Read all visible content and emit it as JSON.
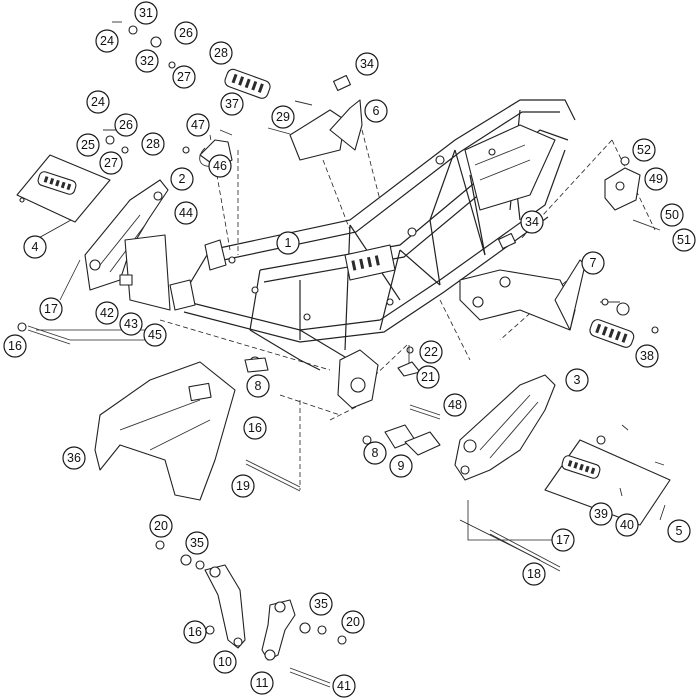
{
  "diagram": {
    "callouts": [
      {
        "id": "c31",
        "label": "31"
      },
      {
        "id": "c24a",
        "label": "24"
      },
      {
        "id": "c26a",
        "label": "26"
      },
      {
        "id": "c32",
        "label": "32"
      },
      {
        "id": "c28a",
        "label": "28"
      },
      {
        "id": "c27a",
        "label": "27"
      },
      {
        "id": "c34a",
        "label": "34"
      },
      {
        "id": "c37",
        "label": "37"
      },
      {
        "id": "c29",
        "label": "29"
      },
      {
        "id": "c6",
        "label": "6"
      },
      {
        "id": "c24b",
        "label": "24"
      },
      {
        "id": "c26b",
        "label": "26"
      },
      {
        "id": "c25",
        "label": "25"
      },
      {
        "id": "c28b",
        "label": "28"
      },
      {
        "id": "c27b",
        "label": "27"
      },
      {
        "id": "c47",
        "label": "47"
      },
      {
        "id": "c46",
        "label": "46"
      },
      {
        "id": "c2",
        "label": "2"
      },
      {
        "id": "c44",
        "label": "44"
      },
      {
        "id": "c4",
        "label": "4"
      },
      {
        "id": "c1",
        "label": "1"
      },
      {
        "id": "c34b",
        "label": "34"
      },
      {
        "id": "c52",
        "label": "52"
      },
      {
        "id": "c49",
        "label": "49"
      },
      {
        "id": "c50",
        "label": "50"
      },
      {
        "id": "c51",
        "label": "51"
      },
      {
        "id": "c7",
        "label": "7"
      },
      {
        "id": "c17a",
        "label": "17"
      },
      {
        "id": "c42",
        "label": "42"
      },
      {
        "id": "c43",
        "label": "43"
      },
      {
        "id": "c45",
        "label": "45"
      },
      {
        "id": "c16a",
        "label": "16"
      },
      {
        "id": "c38",
        "label": "38"
      },
      {
        "id": "c22",
        "label": "22"
      },
      {
        "id": "c21",
        "label": "21"
      },
      {
        "id": "c8a",
        "label": "8"
      },
      {
        "id": "c3",
        "label": "3"
      },
      {
        "id": "c48",
        "label": "48"
      },
      {
        "id": "c16b",
        "label": "16"
      },
      {
        "id": "c36",
        "label": "36"
      },
      {
        "id": "c8b",
        "label": "8"
      },
      {
        "id": "c9",
        "label": "9"
      },
      {
        "id": "c19",
        "label": "19"
      },
      {
        "id": "c39",
        "label": "39"
      },
      {
        "id": "c40",
        "label": "40"
      },
      {
        "id": "c5",
        "label": "5"
      },
      {
        "id": "c20a",
        "label": "20"
      },
      {
        "id": "c35a",
        "label": "35"
      },
      {
        "id": "c17b",
        "label": "17"
      },
      {
        "id": "c18",
        "label": "18"
      },
      {
        "id": "c16c",
        "label": "16"
      },
      {
        "id": "c10",
        "label": "10"
      },
      {
        "id": "c35b",
        "label": "35"
      },
      {
        "id": "c20b",
        "label": "20"
      },
      {
        "id": "c11",
        "label": "11"
      },
      {
        "id": "c41",
        "label": "41"
      }
    ]
  }
}
